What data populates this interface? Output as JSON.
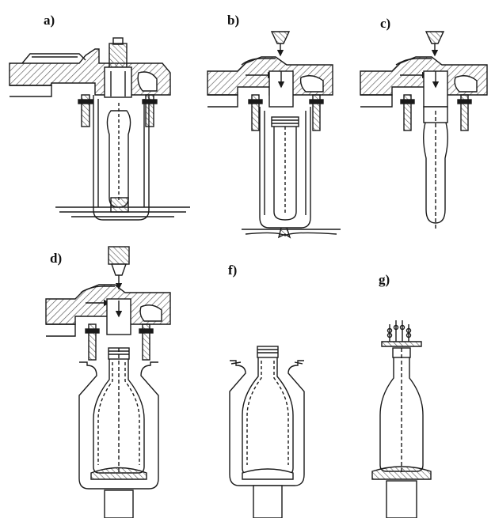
{
  "figure": {
    "panels": [
      {
        "id": "a",
        "label": "a)"
      },
      {
        "id": "b",
        "label": "b)"
      },
      {
        "id": "c",
        "label": "c)"
      },
      {
        "id": "d",
        "label": "d)"
      },
      {
        "id": "f",
        "label": "f)"
      },
      {
        "id": "g",
        "label": "g)"
      }
    ]
  },
  "colors": {
    "ink": "#1a1a1a",
    "hatch": "#555555",
    "paper": "#ffffff"
  }
}
